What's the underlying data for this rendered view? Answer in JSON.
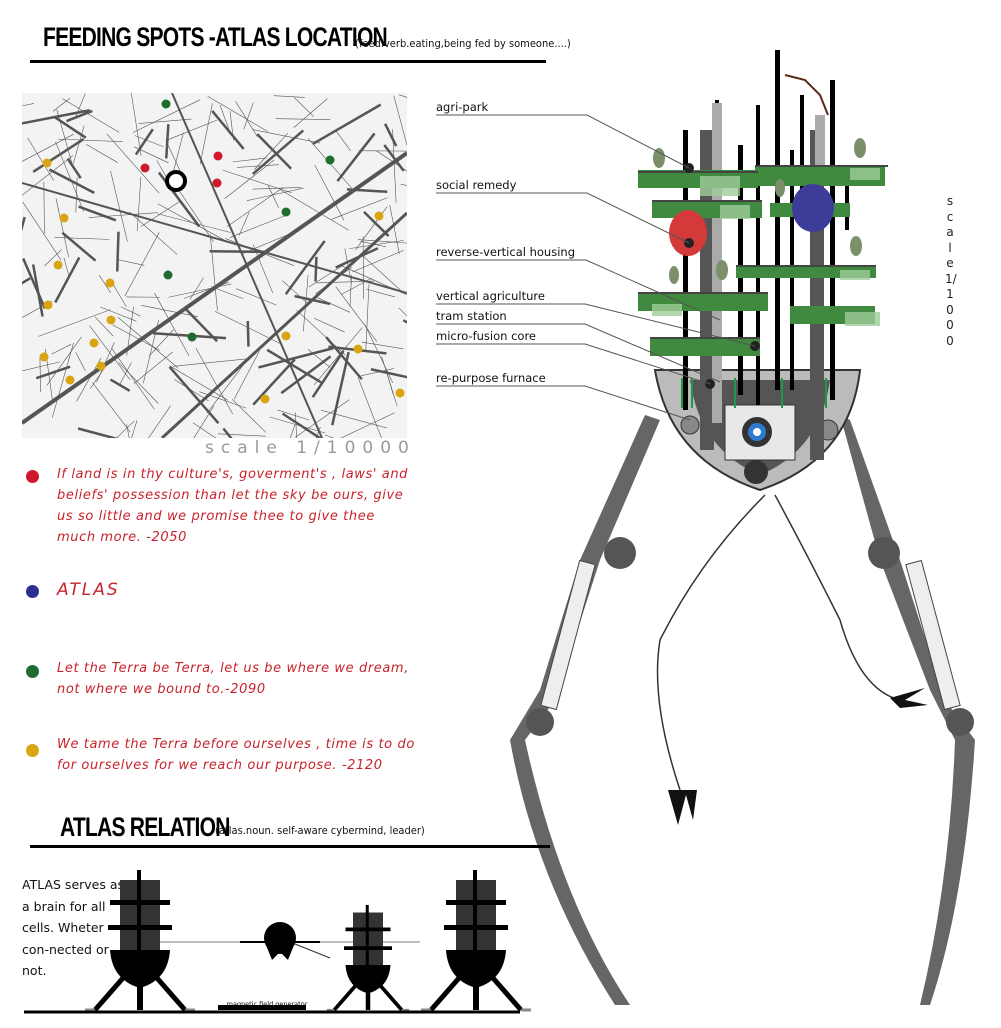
{
  "header": {
    "title": "FEEDING SPOTS -ATLAS LOCATION",
    "subtitle": "(feed.verb.eating,being fed by someone....)"
  },
  "map": {
    "scale_label": "scale 1/10000",
    "colors": {
      "red": "#d0192e",
      "blue": "#2b2f8f",
      "green": "#1f6b32",
      "yellow": "#d9a514"
    }
  },
  "legend": [
    {
      "color": "#d0192e",
      "icon": "red-dot",
      "text": "If land is in thy culture's, goverment's , laws' and beliefs' possession than let the sky be ours, give us so little and we promise thee to give thee much more. -2050"
    },
    {
      "color": "#2b2f8f",
      "icon": "blue-dot",
      "text": "ATLAS"
    },
    {
      "color": "#1f6b32",
      "icon": "green-dot",
      "text": "Let the Terra be Terra, let us be where we dream, not where we bound to.-2090"
    },
    {
      "color": "#d9a514",
      "icon": "yellow-dot",
      "text": "We tame the Terra before ourselves , time is to do for ourselves for we reach our purpose. -2120"
    }
  ],
  "tower": {
    "labels": [
      "agri-park",
      "social remedy",
      "reverse-vertical housing",
      "vertical agriculture",
      "tram station",
      "micro-fusion core",
      "re-purpose furnace"
    ],
    "scale_label": "scale1/1000"
  },
  "relation": {
    "title": "ATLAS RELATION",
    "subtitle": "(atlas.noun. self-aware cybermind, leader)",
    "description": "ATLAS serves as a brain for all cells. Wheter con-nected or not.",
    "generator_label": "magnetic field generator"
  }
}
